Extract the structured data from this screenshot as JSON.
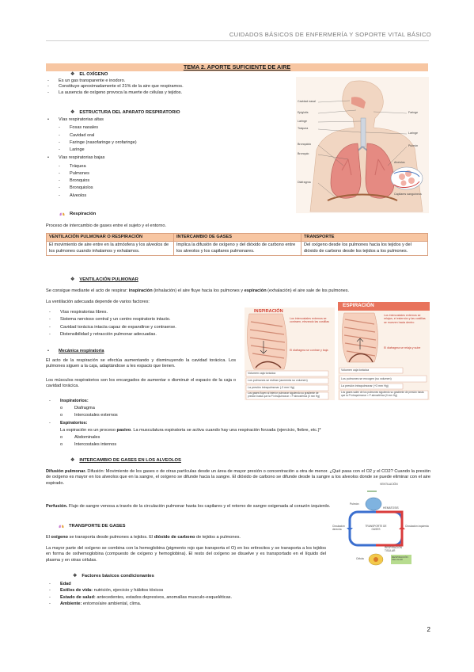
{
  "header": {
    "running_title": "CUIDADOS BÁSICOS DE ENFERMERÍA Y SOPORTE VITAL BÁSICO"
  },
  "title": "TEMA 2. APORTE SUFICIENTE DE AIRE",
  "oxigeno": {
    "heading": "EL OXÍGENO",
    "items": [
      "Es un gas transparente e inodoro.",
      "Constituye aproximadamente el 21% de la aire que respiramos.",
      "La ausencia de oxígeno provoca la muerte de células y tejidos."
    ]
  },
  "estructura": {
    "heading": "ESTRUCTURA DEL APARATO RESPIRATORIO",
    "altas_label": "Vías respiratorias altas",
    "altas": [
      "Fosas nasales",
      "Cavidad oral",
      "Faringe (nasofaringe y orofaringe)",
      "Laringe"
    ],
    "bajas_label": "Vías respiratorias bajas",
    "bajas": [
      "Tráquea",
      "Pulmones",
      "Bronquios",
      "Bronquiolos",
      "Alveolos"
    ]
  },
  "anatomy_labels": {
    "left": [
      "Cavidad nasal",
      "Epiglotis",
      "Laringe",
      "Tráquea",
      "Bronquiolo",
      "Bronquio",
      "Diafragma"
    ],
    "right": [
      "Faringe",
      "Laringe",
      "Pulmón",
      "Alvéolos",
      "Capilares sanguíneos"
    ]
  },
  "respiracion": {
    "heading": "Respiración",
    "intro": "Proceso de intercambio de gases entre el sujeto y el entorno.",
    "table": {
      "headers": [
        "VENTILACIÓN PULMONAR O RESPIRACIÓN",
        "INTERCAMBIO DE GASES",
        "TRANSPORTE"
      ],
      "cells": [
        "El movimiento de aire entre en la atmósfera y los alveolos de los pulmones cuando inhalamos y exhalamos.",
        "Implica la difusión de oxígeno y del dióxido de carbono entre los alveolos y los capilares pulmonares.",
        "Del oxígeno desde los pulmones hacia los tejidos y del dióxido de carbono desde los tejidos a los pulmones."
      ]
    }
  },
  "ventilacion": {
    "heading": "VENTILACIÓN PULMONAR",
    "intro_a": "Se consigue mediante el acto de respirar: ",
    "intro_insp": "inspiración",
    "intro_b": " (inhalación) el aire fluye hacia los pulmones y ",
    "intro_esp": "espiración",
    "intro_c": " (exhalación) el aire sale de los pulmones.",
    "factors_intro": "La ventilación adecuada depende de varios factores:",
    "factors": [
      "Vías respiratorias libres.",
      "Sistema nervioso central y un centro respiratorio intacto.",
      "Cavidad torácica intacta capaz de expandirse y contraerse.",
      "Distensibilidad y retracción pulmonar adecuadas."
    ]
  },
  "mecanica": {
    "heading": "Mecánica respiratoria",
    "p1": "El acto de la respiración se efectúa aumentando y disminuyendo la cavidad torácica. Los pulmones siguen a la caja, adaptándose a les espacio que tienen.",
    "p2": "Los músculos respiratorios son los encargados de aumentar o disminuir el espacio de la caja o cavidad torácica.",
    "insp_label": "Inspiratorios:",
    "insp": [
      "Diafragma",
      "Intercostales externos"
    ],
    "esp_label": "Espiratorios:",
    "esp_text_a": "La espiración es un proceso ",
    "esp_text_b": "pasivo",
    "esp_text_c": ". La musculatura espiratoria se activa cuando hay una respiración forzada (ejercicio, fiebre, etc.)*",
    "esp": [
      "Abdominales",
      "Intercostales internos"
    ]
  },
  "figure_insp": {
    "title": "INSPIRACIÓN",
    "note1": "Los intercostales externos se contraen, elevando las costillas",
    "note2": "El diafragma se contrae y baja",
    "box1": "Volumen caja torácica",
    "box2": "Los pulmones se estiran (aumenta su volumen)",
    "box3": "La presión intrapulmonar (-3 mm Hg)",
    "box4": "Los gases fluyen al interior pulmonar siguiendo su gradiente de presión hasta que la P intrapulmonar = P atmosférica (0 mm Hg)"
  },
  "figure_esp": {
    "title": "ESPIRACIÓN",
    "note1": "Los intercostales externos se relajan, el esternón y las costillas se mueven hacia dentro",
    "note2": "El diafragma se relaja y sube",
    "box1": "Volumen caja torácica",
    "box2": "Los pulmones se encogen (su volumen)",
    "box3": "La presión intrapulmonar (+3 mm Hg)",
    "box4": "Los gases salen de los pulmones siguiendo su gradiente de presión hasta que la P intrapulmonar = P atmosférica (0 mm Hg)"
  },
  "intercambio": {
    "heading": "INTERCAMBIO DE GASES EN LOS ALVEOLOS",
    "p1_label": "Difusión pulmonar.",
    "p1": " Difusión: Movimiento de los gases o de otras partículas desde un área de mayor presión o concentración a otra de menor. ¿Qué pasa con el O2 y el CO2? Cuando la presión de oxígeno es mayor en los alveolos que en la sangre, el oxígeno se difunde hacia la sangre. El dióxido de carbono se difunde desde la sangre a los alveolos donde se puede eliminar con el aire espirado.",
    "p2_label": "Perfusión.",
    "p2": " Flujo de sangre venosa a través de la circulación pulmonar hasta los capilares y el retorno de sangre oxigenada al corazón izquierdo."
  },
  "transporte": {
    "heading": "TRANSPORTE DE GASES",
    "p1_a": "El ",
    "p1_b": "oxígeno",
    "p1_c": " se transporta desde pulmones a tejidos. El ",
    "p1_d": "dióxido de carbono",
    "p1_e": " de tejidos a pulmones.",
    "p2": "La mayor parte del oxígeno se combina con la hemoglobina (pigmento rojo que transporta el O) en los eritrocitos y se transporta a los tejidos en forma de oxihemoglobina (compuesto de oxígeno y hemoglobina). El resto del oxígeno se disuelve y es transportado en el líquido del plasma y en otras células.",
    "factores_heading": "Factores básicos condicionantes",
    "factores": [
      {
        "label": "Edad",
        "text": ""
      },
      {
        "label": "Estilos de vida:",
        "text": " nutrición, ejercicio y hábitos tóxicos"
      },
      {
        "label": "Estado de salud:",
        "text": " antecedentes, estados depresivos, anomalías musculo-esqueléticas."
      },
      {
        "label": "Ambiente:",
        "text": " entorno/aire ambiental, clima."
      }
    ]
  },
  "cycle_diagram": {
    "top": "VENTILACIÓN",
    "pulmon": "Pulmón",
    "hematosis": "HEMATOSIS",
    "left": "Circulación derecha",
    "center": "TRANSPORTE DE GASES",
    "right": "Circulación izquierda",
    "resp_tisular": "RESPIRACIÓN TISULAR",
    "celula": "Célula",
    "respiracion_celular": "RESPIRACIÓN CELULAR"
  },
  "page_number": "2"
}
